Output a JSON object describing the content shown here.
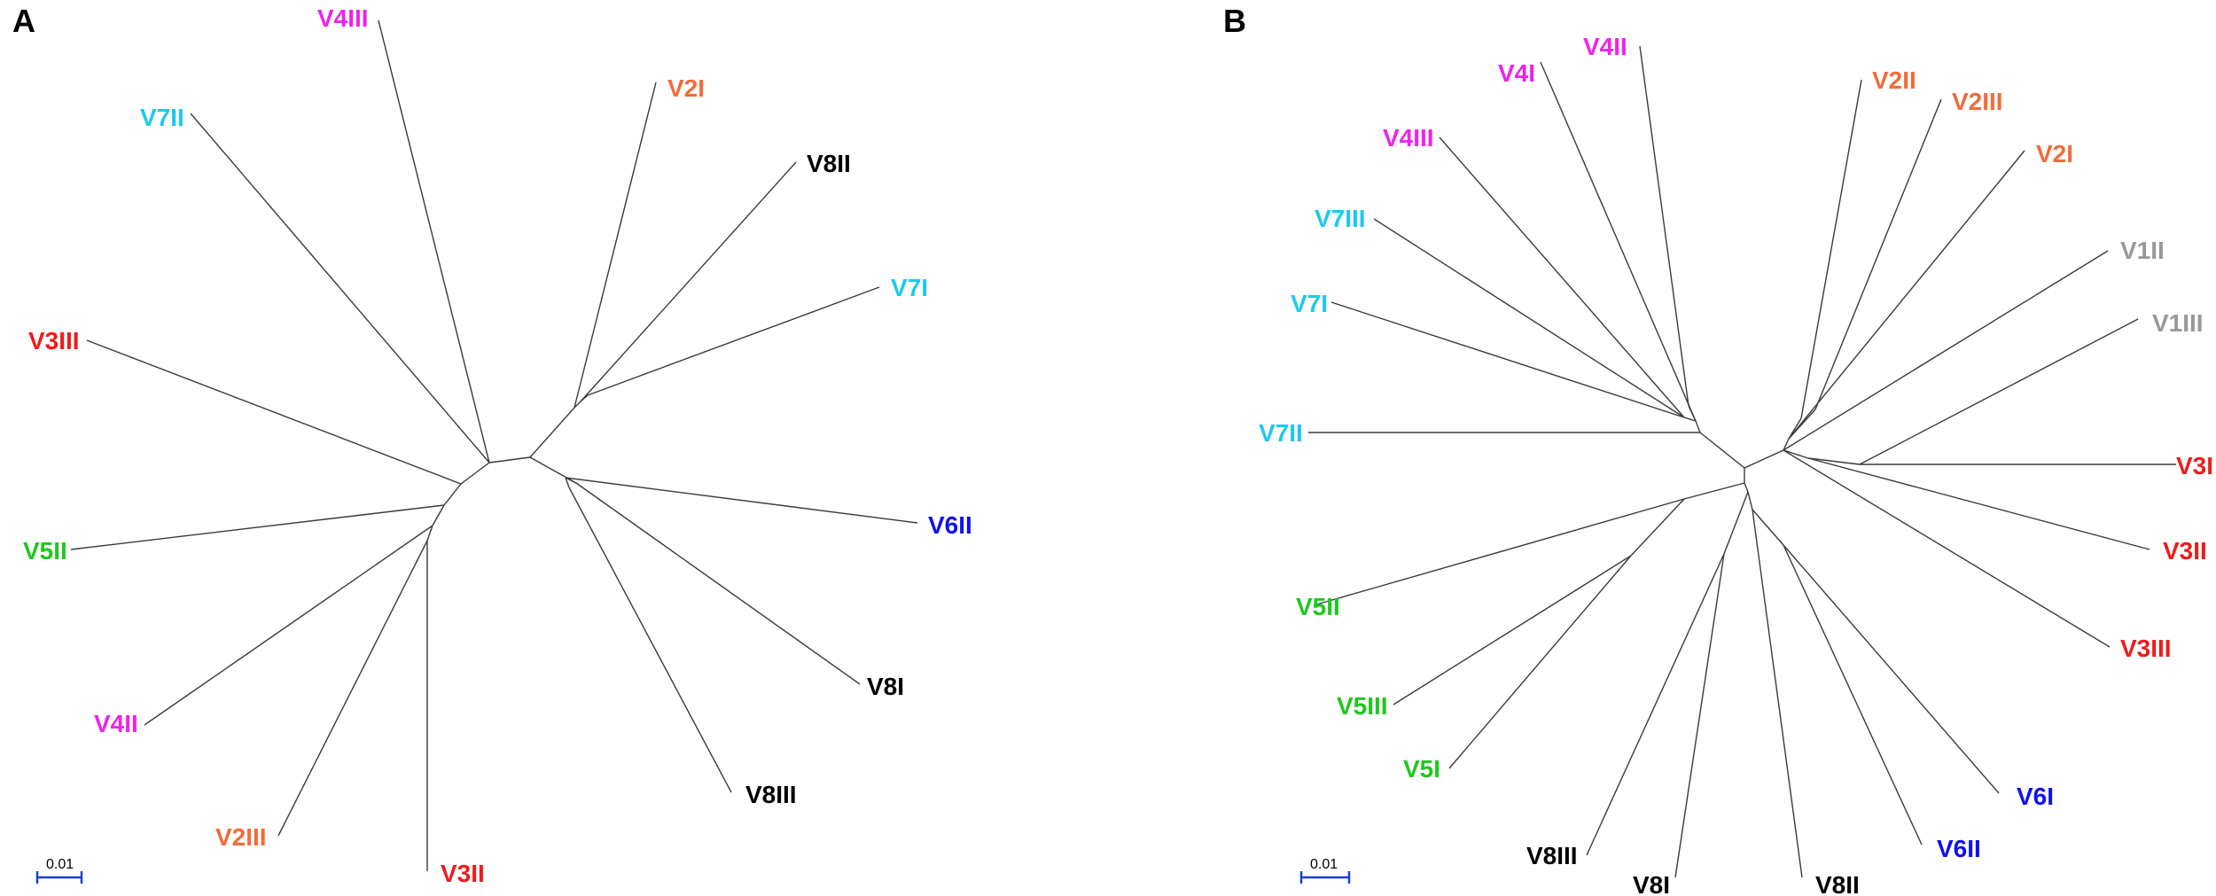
{
  "colors": {
    "V1": "#999999",
    "V2": "#f26b3a",
    "V3": "#ee1c1c",
    "V4": "#ee22ee",
    "V5": "#1ec81e",
    "V6": "#1010ee",
    "V7": "#1ec8ee",
    "V8": "#000000",
    "branch": "#3a3a3a",
    "scale_bar": "#1f3fd0"
  },
  "panels": [
    {
      "label": "A",
      "scale_label": "0.01",
      "leaves": [
        {
          "name": "V4III",
          "group": "V4"
        },
        {
          "name": "V2I",
          "group": "V2"
        },
        {
          "name": "V7II",
          "group": "V7"
        },
        {
          "name": "V8II",
          "group": "V8"
        },
        {
          "name": "V7I",
          "group": "V7"
        },
        {
          "name": "V3III",
          "group": "V3"
        },
        {
          "name": "V5II",
          "group": "V5"
        },
        {
          "name": "V6II",
          "group": "V6"
        },
        {
          "name": "V8I",
          "group": "V8"
        },
        {
          "name": "V4II",
          "group": "V4"
        },
        {
          "name": "V8III",
          "group": "V8"
        },
        {
          "name": "V2III",
          "group": "V2"
        },
        {
          "name": "V3II",
          "group": "V3"
        }
      ]
    },
    {
      "label": "B",
      "scale_label": "0.01",
      "leaves": [
        {
          "name": "V4II",
          "group": "V4"
        },
        {
          "name": "V4I",
          "group": "V4"
        },
        {
          "name": "V2II",
          "group": "V2"
        },
        {
          "name": "V2III",
          "group": "V2"
        },
        {
          "name": "V4III",
          "group": "V4"
        },
        {
          "name": "V2I",
          "group": "V2"
        },
        {
          "name": "V7III",
          "group": "V7"
        },
        {
          "name": "V1II",
          "group": "V1"
        },
        {
          "name": "V7I",
          "group": "V7"
        },
        {
          "name": "V1III",
          "group": "V1"
        },
        {
          "name": "V7II",
          "group": "V7"
        },
        {
          "name": "V3I",
          "group": "V3"
        },
        {
          "name": "V3II",
          "group": "V3"
        },
        {
          "name": "V5II",
          "group": "V5"
        },
        {
          "name": "V3III",
          "group": "V3"
        },
        {
          "name": "V5III",
          "group": "V5"
        },
        {
          "name": "V5I",
          "group": "V5"
        },
        {
          "name": "V6I",
          "group": "V6"
        },
        {
          "name": "V6II",
          "group": "V6"
        },
        {
          "name": "V8III",
          "group": "V8"
        },
        {
          "name": "V8I",
          "group": "V8"
        },
        {
          "name": "V8II",
          "group": "V8"
        }
      ]
    }
  ]
}
